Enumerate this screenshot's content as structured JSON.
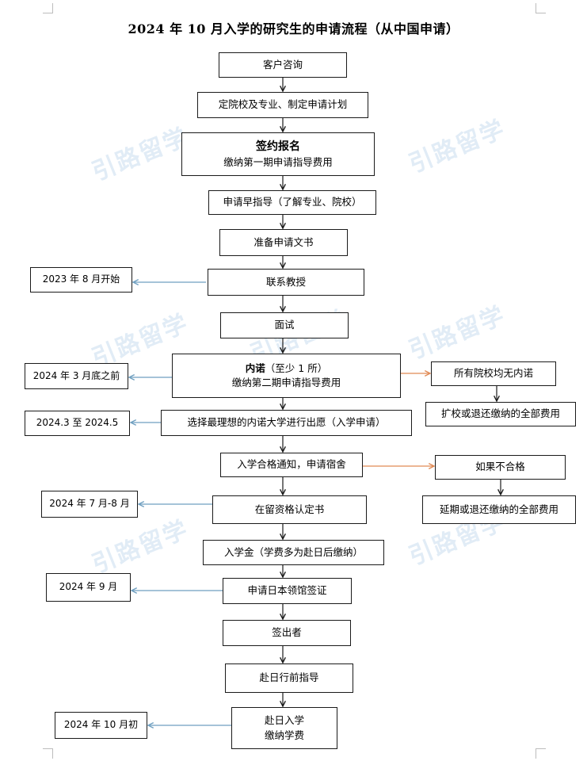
{
  "title": "2024 年 10 月入学的研究生的申请流程（从中国申请）",
  "watermark": "引路留学",
  "steps": {
    "consult": "客户咨询",
    "plan": "定院校及专业、制定申请计划",
    "sign_title": "签约报名",
    "sign_fee": "缴纳第一期申请指导费用",
    "early_guide": "申请早指导（了解专业、院校）",
    "documents": "准备申请文书",
    "contact_prof": "联系教授",
    "interview": "面试",
    "offer_title": "内诺",
    "offer_note": "（至少 1 所）",
    "offer_fee": "缴纳第二期申请指导费用",
    "choose": "选择最理想的内诺大学进行出愿（入学申请）",
    "admission": "入学合格通知，申请宿舍",
    "coe": "在留资格认定书",
    "enroll_fee": "入学金（学费多为赴日后缴纳）",
    "visa": "申请日本领馆签证",
    "issued": "签出者",
    "pre_departure": "赴日行前指导",
    "arrive_title": "赴日入学",
    "arrive_fee": "缴纳学费"
  },
  "branches": {
    "no_offer": "所有院校均无内诺",
    "no_offer_result": "扩校或退还缴纳的全部费用",
    "fail": "如果不合格",
    "fail_result": "延期或退还缴纳的全部费用"
  },
  "dates": {
    "contact": "2023 年 8 月开始",
    "offer": "2024 年 3 月底之前",
    "apply": "2024.3 至 2024.5",
    "coe": "2024 年 7 月-8 月",
    "visa": "2024 年 9 月",
    "arrive": "2024 年 10 月初"
  },
  "colors": {
    "box_border": "#1a1a1a",
    "main_arrow": "#1a1a1a",
    "date_arrow": "#6f9fc0",
    "branch_arrow": "#e08a55",
    "watermark": "#9cc2e3"
  }
}
